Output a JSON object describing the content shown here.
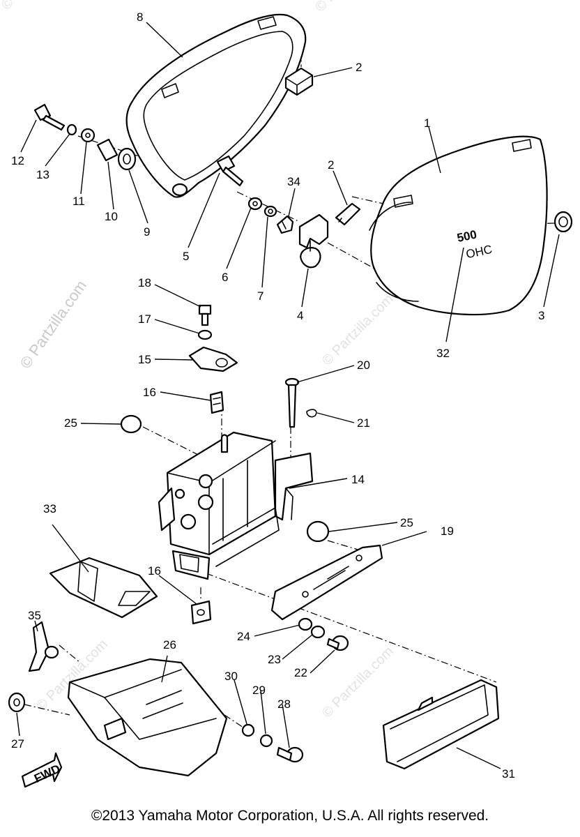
{
  "watermark": "© Partzilla.com",
  "badge_text": {
    "model": "500",
    "sub": "OHC"
  },
  "fwd_label": "FWD",
  "callouts": [
    "1",
    "2",
    "2",
    "3",
    "4",
    "5",
    "6",
    "7",
    "8",
    "9",
    "10",
    "11",
    "12",
    "13",
    "14",
    "15",
    "16",
    "16",
    "17",
    "18",
    "19",
    "20",
    "21",
    "22",
    "23",
    "24",
    "25",
    "25",
    "26",
    "27",
    "28",
    "29",
    "30",
    "31",
    "32",
    "33",
    "34",
    "35"
  ],
  "copyright": "©2013  Yamaha Motor Corporation, U.S.A. All rights reserved."
}
